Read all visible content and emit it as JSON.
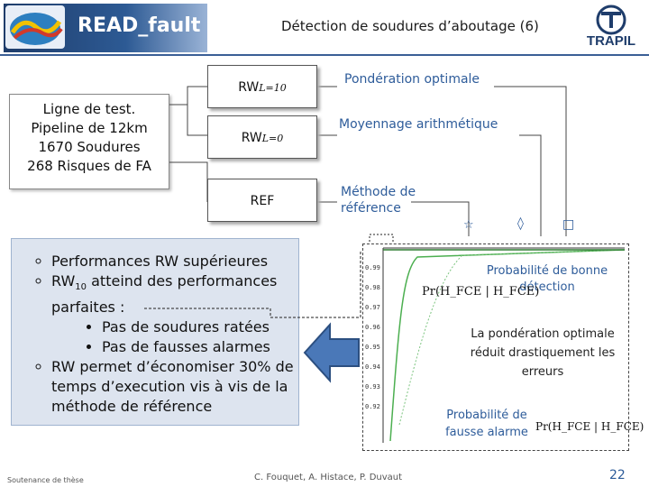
{
  "header": {
    "brand_title": "READ_fault",
    "slide_title": "Détection de soudures d’aboutage (6)",
    "logo_right_text": "TRAPIL"
  },
  "test_line": {
    "title": "Ligne de test.",
    "lines": [
      "Pipeline de 12km",
      "1670 Soudures",
      "268 Risques de FA"
    ]
  },
  "methods": [
    {
      "base": "RW",
      "sub": "L=10",
      "label": "Pondération optimale",
      "marker": "☆"
    },
    {
      "base": "RW",
      "sub": "L=0",
      "label": "Moyennage arithmétique",
      "marker": "◊"
    },
    {
      "base": "REF",
      "sub": "",
      "label": "Méthode de référence",
      "marker": "□"
    }
  ],
  "performance": {
    "item1": "Performances RW supérieures",
    "item2_base": "RW",
    "item2_sub": "10",
    "item2_rest": " atteind des performances parfaites :",
    "sub1": "Pas de soudures ratées",
    "sub2": "Pas de fausses alarmes",
    "item3": "RW permet d’économiser 30% de temps d’execution vis à vis de la méthode de référence"
  },
  "plot": {
    "y_ticks": [
      "0.99",
      "0.98",
      "0.97",
      "0.96",
      "0.95",
      "0.94",
      "0.93",
      "0.92"
    ],
    "detect_label": "Probabilité de bonne détection",
    "detect_formula": "Pr(H_FCE | H_FCE)",
    "error_note": "La pondération optimale réduit drastiquement les erreurs",
    "false_alarm_label": "Probabilité de fausse alarme",
    "false_alarm_formula": "Pr(H_FCE | H_FCE)"
  },
  "footer": {
    "left": "Soutenance de thèse",
    "center": "C. Fouquet, A. Histace, P. Duvaut",
    "page": "22"
  },
  "colors": {
    "accent": "#2e5c9a",
    "box_fill": "#dde4ef",
    "curve_green": "#4caf50"
  }
}
